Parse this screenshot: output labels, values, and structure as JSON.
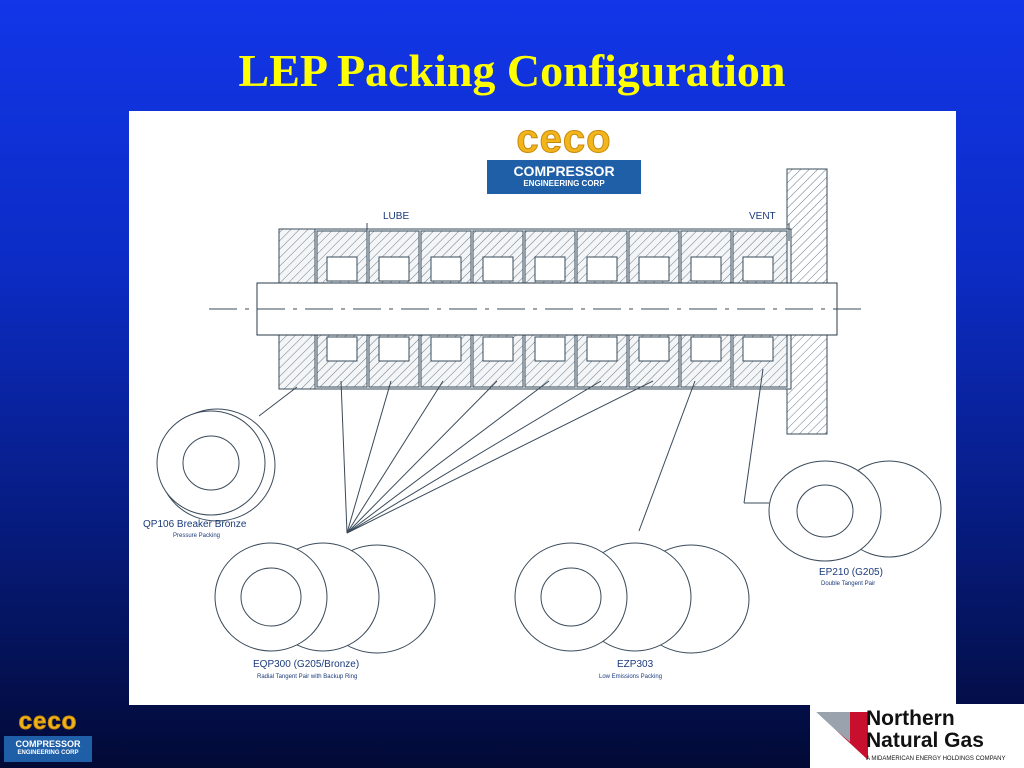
{
  "slide": {
    "title": "LEP Packing Configuration"
  },
  "logos": {
    "ceco_word": "ceco",
    "ceco_line1": "COMPRESSOR",
    "ceco_line2": "ENGINEERING CORP",
    "ng_line1": "Northern",
    "ng_line2": "Natural Gas",
    "ng_tagline": "A MIDAMERICAN ENERGY HOLDINGS COMPANY"
  },
  "diagram": {
    "lube_label": "LUBE",
    "vent_label": "VENT",
    "parts": [
      {
        "name": "QP106 Breaker Bronze",
        "desc": "Pressure Packing"
      },
      {
        "name": "EQP300 (G205/Bronze)",
        "desc": "Radial Tangent Pair with Backup Ring"
      },
      {
        "name": "EZP303",
        "desc": "Low Emissions Packing"
      },
      {
        "name": "EP210 (G205)",
        "desc": "Double Tangent Pair"
      }
    ]
  },
  "colors": {
    "title": "#ffff00",
    "ceco_gold": "#f2b51c",
    "ceco_blue": "#1f5fa8",
    "ng_red": "#c8102e"
  }
}
